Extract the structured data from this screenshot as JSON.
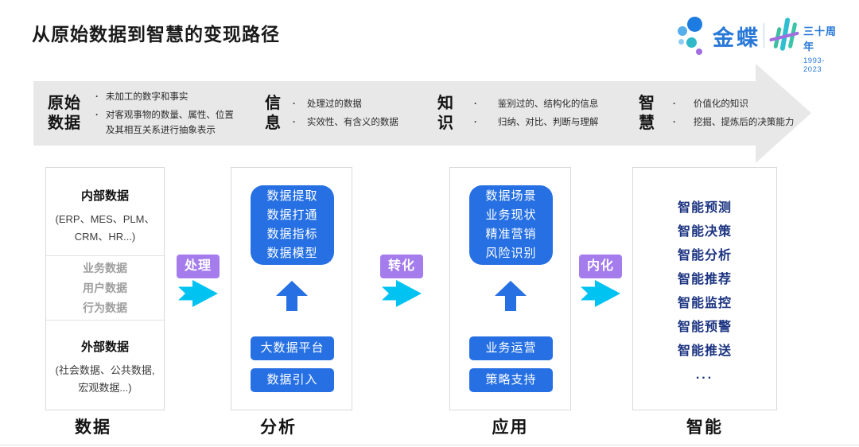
{
  "page": {
    "title": "从原始数据到智慧的变现路径"
  },
  "logo": {
    "brand": "金蝶",
    "anniversary": "三十周年",
    "years": "1993-2023"
  },
  "banner": {
    "stages": [
      {
        "title": "原始数据",
        "points": [
          "未加工的数字和事实",
          "对客观事物的数量、属性、位置及其相互关系进行抽象表示"
        ]
      },
      {
        "title": "信息",
        "points": [
          "处理过的数据",
          "实效性、有含义的数据"
        ]
      },
      {
        "title": "知识",
        "points": [
          "鉴别过的、结构化的信息",
          "归纳、对比、判断与理解"
        ]
      },
      {
        "title": "智慧",
        "points": [
          "价值化的知识",
          "挖掘、提炼后的决策能力"
        ]
      }
    ]
  },
  "flow": {
    "arrow_labels": [
      "处理",
      "转化",
      "内化"
    ],
    "columns": {
      "data": {
        "label": "数据",
        "internal_title": "内部数据",
        "internal_detail": "(ERP、MES、PLM、CRM、HR...)",
        "middle_items": [
          "业务数据",
          "用户数据",
          "行为数据"
        ],
        "external_title": "外部数据",
        "external_detail": "(社会数据、公共数据, 宏观数据...)"
      },
      "analysis": {
        "label": "分析",
        "box_lines": [
          "数据提取",
          "数据打通",
          "数据指标",
          "数据模型"
        ],
        "buttons": [
          "大数据平台",
          "数据引入"
        ]
      },
      "application": {
        "label": "应用",
        "box_lines": [
          "数据场景",
          "业务现状",
          "精准营销",
          "风险识别"
        ],
        "buttons": [
          "业务运营",
          "策略支持"
        ]
      },
      "intelligence": {
        "label": "智能",
        "items": [
          "智能预测",
          "智能决策",
          "智能分析",
          "智能推荐",
          "智能监控",
          "智能预警",
          "智能推送",
          "..."
        ]
      }
    }
  },
  "colors": {
    "accent_blue": "#2670e3",
    "navy_text": "#1b3380",
    "purple_label": "#a47cec",
    "cyan_arrow": "#00c3f2",
    "banner_gray": "#e8e8e8",
    "logo_blue": "#2878d8",
    "logo_teal": "#35bfae"
  }
}
